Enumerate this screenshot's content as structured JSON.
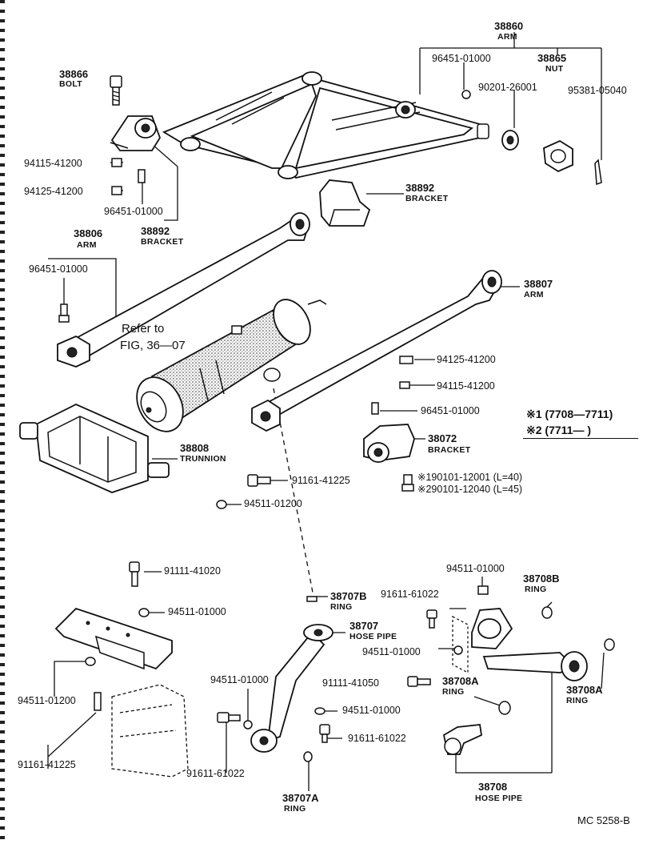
{
  "labels": {
    "p38860": "38860",
    "n38860": "ARM",
    "p96451a": "96451-01000",
    "p38865": "38865",
    "n38865": "NUT",
    "p90201": "90201-26001",
    "p95381": "95381-05040",
    "p38866": "38866",
    "n38866": "BOLT",
    "p94115a": "94115-41200",
    "p94125a": "94125-41200",
    "p96451b": "96451-01000",
    "p38892a": "38892",
    "n38892a": "BRACKET",
    "p38892b": "38892",
    "n38892b": "BRACKET",
    "p38806": "38806",
    "n38806": "ARM",
    "p96451c": "96451-01000",
    "ref1": "Refer to",
    "ref2": "FIG, 36—07",
    "p38807": "38807",
    "n38807": "ARM",
    "p94125b": "94125-41200",
    "p94115b": "94115-41200",
    "p96451d": "96451-01000",
    "note1": "※1 (7708—7711)",
    "note2": "※2 (7711—      )",
    "p38808": "38808",
    "n38808": "TRUNNION",
    "p38072": "38072",
    "n38072": "BRACKET",
    "p90101a": "※190101-12001 (L=40)",
    "p90101b": "※290101-12040 (L=45)",
    "p91161a": "91161-41225",
    "p94511a": "94511-01200",
    "p91111a": "91111-41020",
    "p94511b": "94511-01000",
    "p94511c": "94511-01000",
    "p38708B": "38708B",
    "n38708B": "RING",
    "p91611a": "91611-61022",
    "p38707B": "38707B",
    "n38707B": "RING",
    "p38707": "38707",
    "n38707": "HOSE PIPE",
    "p94511d": "94511-01000",
    "p94511e": "94511-01200",
    "p94511f": "94511-01000",
    "p91111b": "91111-41050",
    "p38708A1": "38708A",
    "n38708A1": "RING",
    "p38708A2": "38708A",
    "n38708A2": "RING",
    "p94511g": "94511-01000",
    "p91161b": "91161-41225",
    "p91611b": "91611-61022",
    "p91611c": "91611-61022",
    "p38707A": "38707A",
    "n38707A": "RING",
    "p38708": "38708",
    "n38708": "HOSE PIPE",
    "code": "MC 5258-B"
  }
}
